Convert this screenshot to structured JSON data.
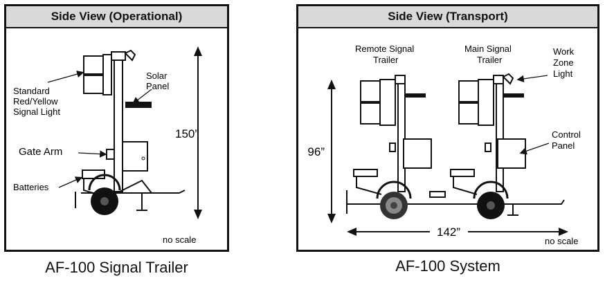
{
  "left": {
    "header": "Side View  (Operational)",
    "labels": {
      "signal_light_1": "Standard",
      "signal_light_2": "Red/Yellow",
      "signal_light_3": "Signal Light",
      "solar_1": "Solar",
      "solar_2": "Panel",
      "gate_arm": "Gate Arm",
      "batteries": "Batteries",
      "height": "150”",
      "scale": "no scale"
    },
    "caption": "AF-100 Signal Trailer"
  },
  "right": {
    "header": "Side View  (Transport)",
    "labels": {
      "remote_1": "Remote Signal",
      "remote_2": "Trailer",
      "main_1": "Main Signal",
      "main_2": "Trailer",
      "work_1": "Work",
      "work_2": "Zone",
      "work_3": "Light",
      "control_1": "Control",
      "control_2": "Panel",
      "height": "96”",
      "length": "142”",
      "scale": "no scale"
    },
    "caption": "AF-100 System"
  }
}
